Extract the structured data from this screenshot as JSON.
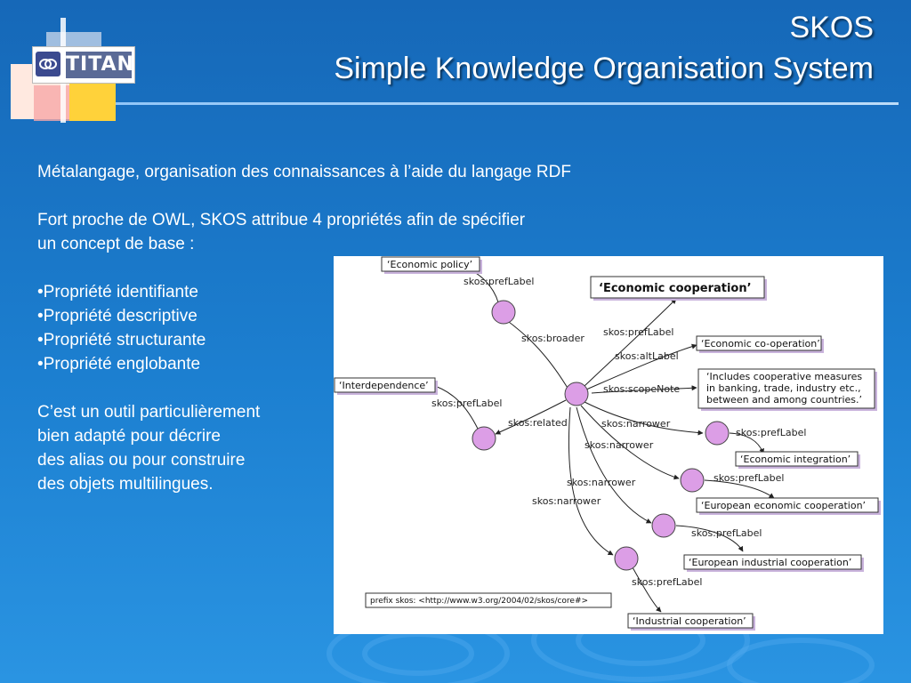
{
  "slide": {
    "title_line1": "SKOS",
    "title_line2": "Simple Knowledge Organisation System",
    "logo_text": "TITAN"
  },
  "body": {
    "para1": "Métalangage, organisation des connaissances à l’aide du langage RDF",
    "para2_line1": "Fort proche de OWL, SKOS attribue 4 propriétés afin de spécifier",
    "para2_line2": "un concept de base :",
    "bullets": [
      "•Propriété identifiante",
      "•Propriété descriptive",
      "•Propriété structurante",
      "•Propriété englobante"
    ],
    "para3_lines": [
      "C’est un outil particulièrement",
      "bien adapté pour décrire",
      "des alias ou pour construire",
      "des objets multilingues."
    ]
  },
  "diagram": {
    "boxes": {
      "economic_policy": "‘Economic policy’",
      "economic_cooperation": "‘Economic cooperation’",
      "economic_co_operation": "‘Economic co-operation’",
      "scope_note_1": "‘Includes cooperative measures",
      "scope_note_2": "in banking, trade, industry etc.,",
      "scope_note_3": "between and among countries.’",
      "interdependence": "‘Interdependence’",
      "economic_integration": "‘Economic integration’",
      "european_economic_cooperation": "‘European economic cooperation’",
      "european_industrial_cooperation": "‘European industrial cooperation’",
      "industrial_cooperation": "‘Industrial cooperation’",
      "prefix": "prefix skos: <http://www.w3.org/2004/02/skos/core#>"
    },
    "edges": {
      "preflabel": "skos:prefLabel",
      "altlabel": "skos:altLabel",
      "scopenote": "skos:scopeNote",
      "broader": "skos:broader",
      "related": "skos:related",
      "narrower": "skos:narrower"
    }
  }
}
